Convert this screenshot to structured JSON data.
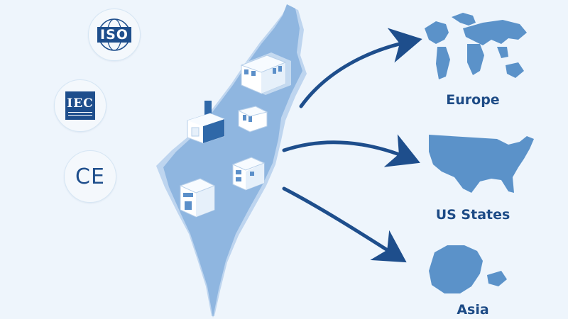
{
  "certifications": {
    "iso": {
      "label": "ISO",
      "icon": "iso-globe-icon"
    },
    "iec": {
      "label": "IEC",
      "icon": "iec-logo-icon"
    },
    "ce": {
      "label": "CE",
      "icon": "ce-mark-icon"
    }
  },
  "destinations": {
    "europe": {
      "label": "Europe",
      "icon": "world-map-icon"
    },
    "us": {
      "label": "US States",
      "icon": "usa-map-icon"
    },
    "asia": {
      "label": "Asia",
      "icon": "asia-map-icon"
    }
  },
  "colors": {
    "background": "#eef5fc",
    "map_fill": "#8fb6e0",
    "map_shadow": "#a9c8ea",
    "arrow": "#1e4e8c",
    "region_fill": "#5b92c9",
    "label": "#1d4b86"
  }
}
